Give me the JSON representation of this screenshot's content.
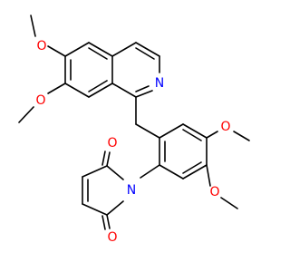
{
  "molecule": {
    "atom_labels": {
      "oxy_a": "O",
      "oxy_b": "O",
      "oxy_c": "O",
      "oxy_d": "O",
      "nitrogen_ring": "N",
      "nitrogen_imide": "N",
      "oxy_imide_top": "O",
      "oxy_imide_bottom": "O",
      "methyl_1": "",
      "methyl_2": "",
      "methyl_3": "",
      "methyl_4": ""
    },
    "colors": {
      "bond": "#000000",
      "carbon_text": "#000000",
      "oxygen_text": "#ff0000",
      "nitrogen_text": "#0000ff"
    }
  }
}
